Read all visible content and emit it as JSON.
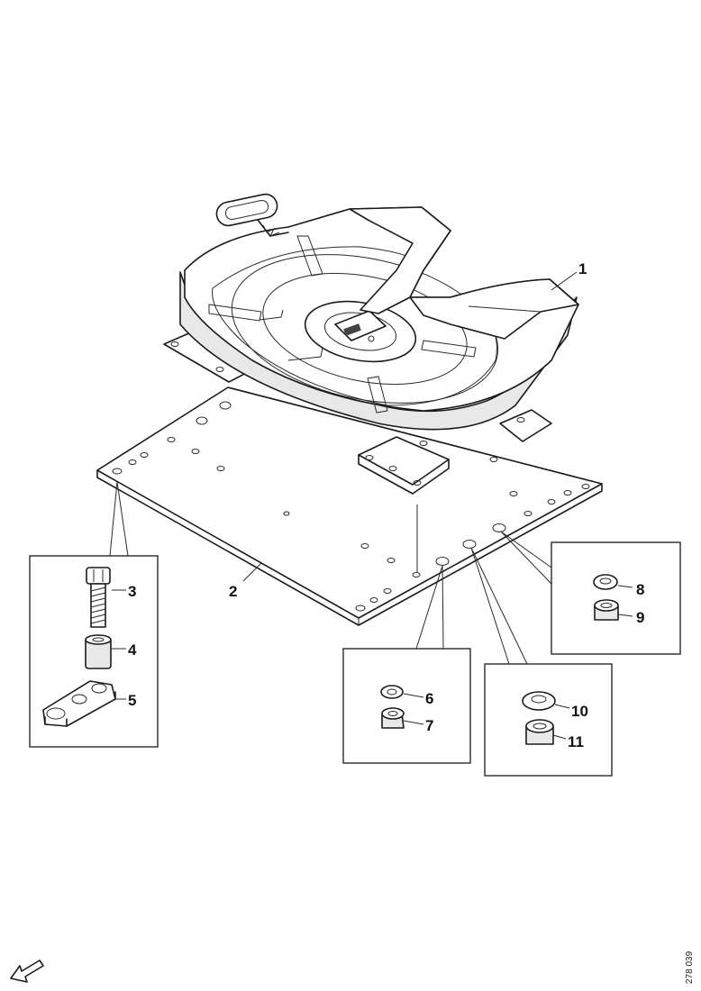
{
  "diagram": {
    "callouts": [
      {
        "id": "1",
        "label": "1"
      },
      {
        "id": "2",
        "label": "2"
      },
      {
        "id": "3",
        "label": "3"
      },
      {
        "id": "4",
        "label": "4"
      },
      {
        "id": "5",
        "label": "5"
      },
      {
        "id": "6",
        "label": "6"
      },
      {
        "id": "7",
        "label": "7"
      },
      {
        "id": "8",
        "label": "8"
      },
      {
        "id": "9",
        "label": "9"
      },
      {
        "id": "10",
        "label": "10"
      },
      {
        "id": "11",
        "label": "11"
      }
    ],
    "reference_code": "278 039",
    "orientation_arrow_icon": "direction-arrow-icon"
  }
}
